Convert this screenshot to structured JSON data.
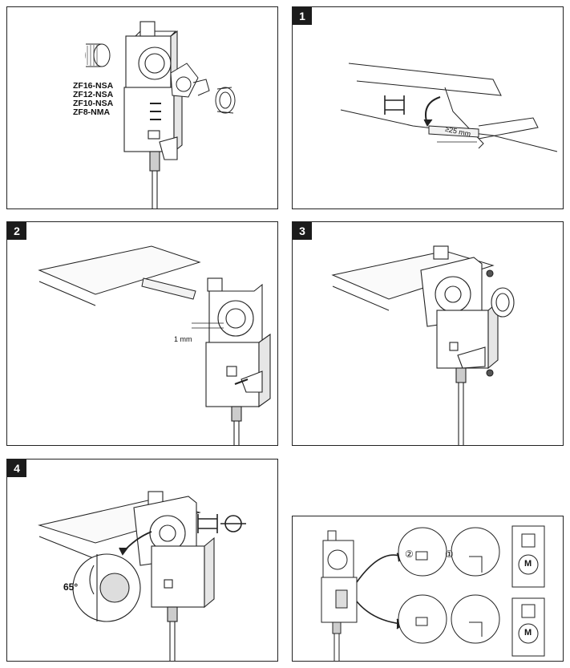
{
  "panels": {
    "overview": {
      "models": [
        "ZF16-NSA",
        "ZF12-NSA",
        "ZF10-NSA",
        "ZF8-NMA"
      ]
    },
    "step1": {
      "badge": "1",
      "dimension": "≥25 mm"
    },
    "step2": {
      "badge": "2",
      "dimension": "1 mm"
    },
    "step3": {
      "badge": "3"
    },
    "step4": {
      "badge": "4",
      "angle": "65°"
    },
    "manual": {
      "marker_2": "②",
      "marker_1": "①",
      "motor_symbol_top": "M",
      "motor_symbol_bottom": "M"
    }
  },
  "colors": {
    "line": "#222222",
    "badge_bg": "#1b1b1b",
    "shade": "#d9d9d9",
    "dark": "#555555"
  }
}
